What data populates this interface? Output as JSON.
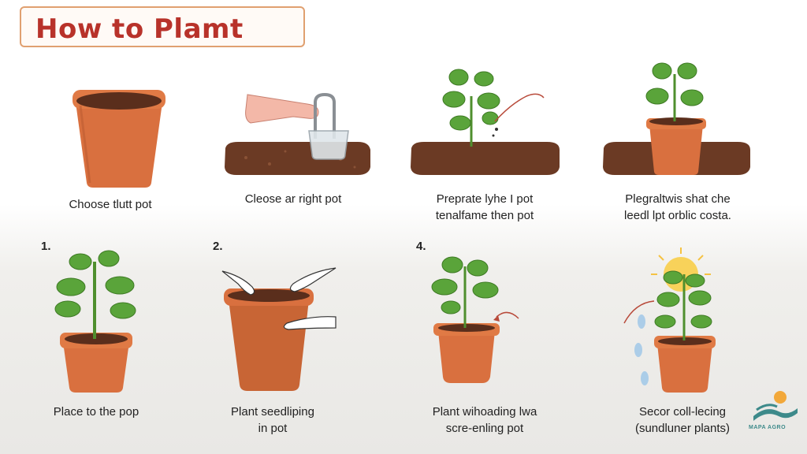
{
  "title": "How to Plamt",
  "top_row": [
    {
      "caption_lines": [
        "Choose tlutt pot"
      ]
    },
    {
      "caption_lines": [
        "Cleose ar right pot"
      ]
    },
    {
      "caption_lines": [
        "Preprate lyhe I pot",
        "tenalfame then pot"
      ]
    },
    {
      "caption_lines": [
        "Plegraltwis shat che",
        "leedl lpt orblic costa."
      ]
    }
  ],
  "bottom_row": [
    {
      "number": "1.",
      "caption_lines": [
        "Place to the pop"
      ]
    },
    {
      "number": "2.",
      "caption_lines": [
        "Plant seedliping",
        "in pot"
      ]
    },
    {
      "number": "4.",
      "caption_lines": [
        "Plant wihoading lwa",
        "scre-enling pot"
      ]
    },
    {
      "number": "",
      "caption_lines": [
        "Secor coll-lecing",
        "(sundluner plants)"
      ]
    }
  ],
  "logo_text": "MAPA AGRO",
  "colors": {
    "pot": "#d2693a",
    "soil": "#6b3a24",
    "leaf": "#5aa43a",
    "title": "#b8322a"
  }
}
